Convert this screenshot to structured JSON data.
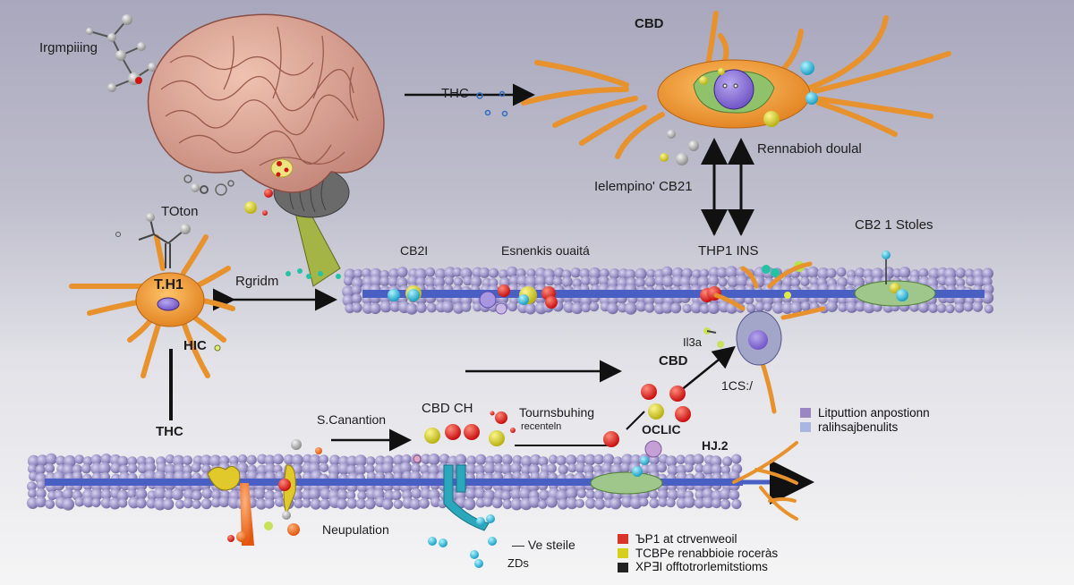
{
  "title": "Cannabinoid signaling in neurons (illustrative diagram)",
  "labels": {
    "top_left_molecule": "Irgmpiiing",
    "thc_arrow_top": "THC",
    "cbd_top": "CBD",
    "rennabioh": "Rennabioh doulal",
    "ielempino": "Ielempino' CB21",
    "toton": "TOton",
    "neuron_left": "T.H1",
    "hic": "HIC",
    "thc_left": "THC",
    "rgridm": "Rgridm",
    "cb21_membrane": "CB2I",
    "esnenkis": "Esnenkis ouaitá",
    "thp1": "THP1 INS",
    "cb2_stoles": "CB2 1 Stoles",
    "small_mark": "Il3a",
    "cbd_mid": "CBD",
    "ics": "1CS:/",
    "s_canantion": "S.Canantion",
    "cbd_ch": "CBD CH",
    "tournsbuhing": "Tournsbuhing",
    "recenteln": "recenteln",
    "oclic": "OCLIC",
    "hj2": "HJ.2",
    "neupulation": "Neupulation",
    "ve_steile": "— Ve steile",
    "zds": "ZDs"
  },
  "legend_top": [
    {
      "label": "Litputtion anpostionn",
      "color": "#9b86c4"
    },
    {
      "label": "ralihsajbenulits",
      "color": "#a9b6e2"
    }
  ],
  "legend_bottom": [
    {
      "label": "ЪP1 at ctrvenweoil",
      "color": "#d93427"
    },
    {
      "label": "TCBPe renabbioie roceràs",
      "color": "#d6cf1e"
    },
    {
      "label": "XP∃I offtotrorlemitstioms",
      "color": "#222222"
    }
  ],
  "colors": {
    "neuron": "#e9922f",
    "membrane_bead": "#9f98c8",
    "membrane_core": "#4a5fc4",
    "brain": "#d9a08c",
    "cerebellum": "#6e6e6e",
    "brainstem": "#a9b44a"
  }
}
